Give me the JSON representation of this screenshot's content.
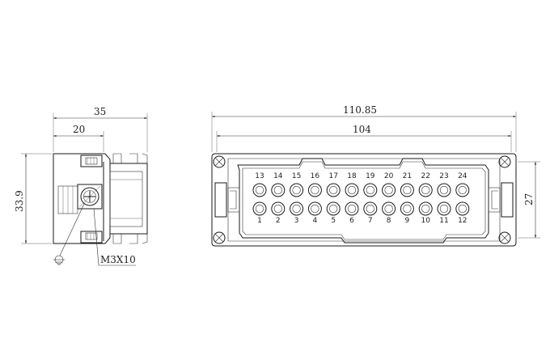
{
  "side_view": {
    "dim_overall_width": "35",
    "dim_inner_width": "20",
    "dim_height": "33.9",
    "screw_label": "M3X10"
  },
  "front_view": {
    "dim_overall_length": "110.85",
    "dim_inner_length": "104",
    "dim_height": "27",
    "top_row_pins": [
      "13",
      "14",
      "15",
      "16",
      "17",
      "18",
      "19",
      "20",
      "21",
      "22",
      "23",
      "24"
    ],
    "bottom_row_pins": [
      "1",
      "2",
      "3",
      "4",
      "5",
      "6",
      "7",
      "8",
      "9",
      "10",
      "11",
      "12"
    ]
  }
}
